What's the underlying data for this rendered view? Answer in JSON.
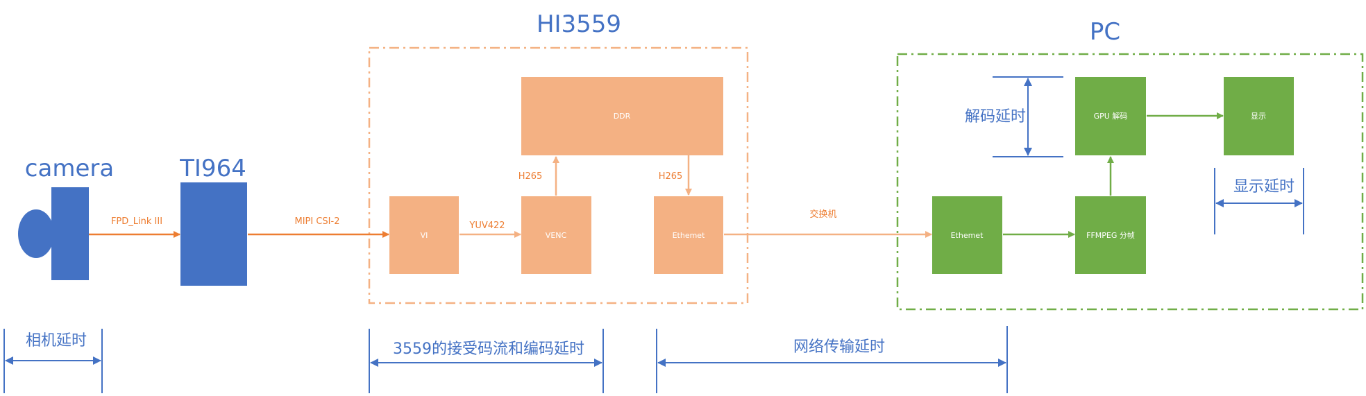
{
  "titles": {
    "hi3559": "HI3559",
    "pc": "PC",
    "camera": "camera",
    "ti964": "TI964"
  },
  "boxes": {
    "ddr": "DDR",
    "vi": "VI",
    "venc": "VENC",
    "eth_hi": "Ethemet",
    "eth_pc": "Ethemet",
    "gpu": "GPU 解码",
    "ffmpeg": "FFMPEG 分帧",
    "display": "显示"
  },
  "links": {
    "fpd": "FPD_Link III",
    "mipi": "MIPI CSI-2",
    "yuv": "YUV422",
    "h265_up": "H265",
    "h265_down": "H265",
    "switch": "交换机"
  },
  "latency": {
    "camera": "相机延时",
    "hi3559": "3559的接受码流和编码延时",
    "network": "网络传输延时",
    "decode": "解码延时",
    "display": "显示延时"
  },
  "colors": {
    "blue": "#4472C4",
    "orange_box": "#F4B183",
    "orange_line": "#ED7D31",
    "green": "#70AD47"
  }
}
